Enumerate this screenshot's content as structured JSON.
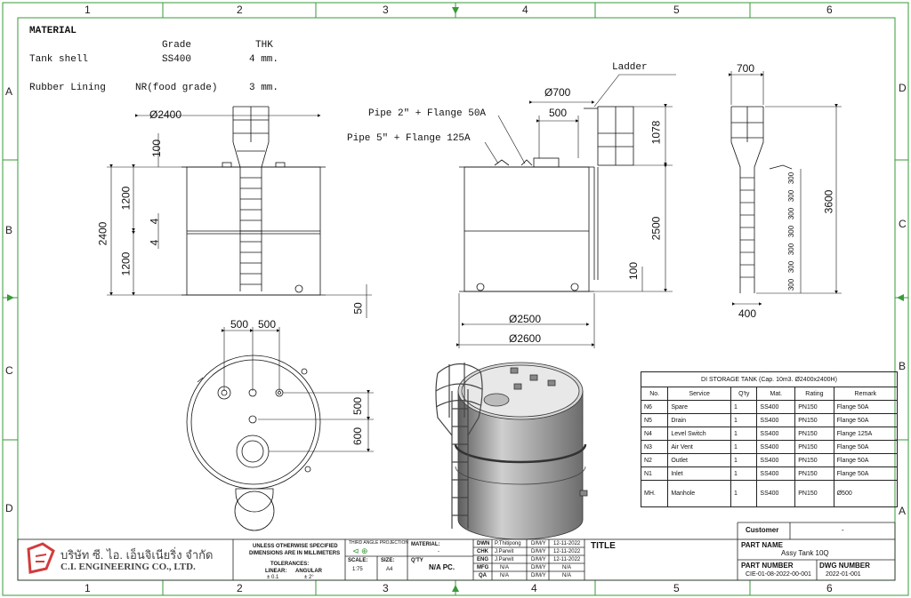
{
  "zones": {
    "cols": [
      "1",
      "2",
      "3",
      "4",
      "5",
      "6"
    ],
    "rows_left": [
      "A",
      "B",
      "C",
      "D"
    ],
    "rows_right": [
      "D",
      "C",
      "B",
      "A"
    ]
  },
  "material": {
    "heading": "MATERIAL",
    "col_grade": "Grade",
    "col_thk": "THK",
    "rows": [
      {
        "name": "Tank shell",
        "grade": "SS400",
        "thk": "4 mm."
      },
      {
        "name": "Rubber Lining",
        "grade": "NR(food grade)",
        "thk": "3 mm."
      }
    ]
  },
  "left_view": {
    "dia": "Ø2400",
    "h100": "100",
    "h1200a": "1200",
    "h4a": "4",
    "h2400": "2400",
    "h4b": "4",
    "h1200b": "1200",
    "h50": "50"
  },
  "front_view": {
    "note_ladder": "Ladder",
    "note_pipe2": "Pipe 2\" + Flange 50A",
    "note_pipe5": "Pipe 5\" + Flange 125A",
    "dia700": "Ø700",
    "w500": "500",
    "h1078": "1078",
    "h2500": "2500",
    "h100": "100",
    "dia2500": "Ø2500",
    "dia2600": "Ø2600"
  },
  "side_view": {
    "w700": "700",
    "h3600": "3600",
    "rung": "300",
    "w400": "400"
  },
  "top_view": {
    "w500a": "500",
    "w500b": "500",
    "h500": "500",
    "h600": "600"
  },
  "nozzle_table": {
    "title": "DI STORAGE TANK (Cap. 10m3. Ø2400x2400H)",
    "headers": [
      "No.",
      "Service",
      "Q'ty",
      "Mat.",
      "Rating",
      "Remark"
    ],
    "rows": [
      [
        "N6",
        "Spare",
        "1",
        "SS400",
        "PN150",
        "Flange 50A"
      ],
      [
        "N5",
        "Drain",
        "1",
        "SS400",
        "PN150",
        "Flange 50A"
      ],
      [
        "N4",
        "Level Switch",
        "1",
        "SS400",
        "PN150",
        "Flange 125A"
      ],
      [
        "N3",
        "Air Vent",
        "1",
        "SS400",
        "PN150",
        "Flange 50A"
      ],
      [
        "N2",
        "Outlet",
        "1",
        "SS400",
        "PN150",
        "Flange 50A"
      ],
      [
        "N1",
        "Inlet",
        "1",
        "SS400",
        "PN150",
        "Flange 50A"
      ],
      [
        "MH.",
        "Manhole",
        "1",
        "SS400",
        "PN150",
        "Ø500"
      ]
    ]
  },
  "title_block": {
    "company_thai": "บริษัท ซี. ไอ. เอ็นจิเนียริ่ง จำกัด",
    "company_en": "C.I. ENGINEERING CO., LTD.",
    "unless": "UNLESS OTHERWISE SPECIFIED",
    "dims_in_mm": "DIMENSIONS ARE IN MILLIMETERS",
    "tolerances": "TOLERANCES:",
    "linear": "LINEAR:",
    "angular": "ANGULAR",
    "linear_val": "± 0.1",
    "angular_val": "± 2°",
    "projection": "THIRD ANGLE PROJECTION",
    "material_label": "MATERIAL:",
    "material_val": "-",
    "scale_label": "SCALE:",
    "scale_val": "1:75",
    "size_label": "SIZE:",
    "size_val": "A4",
    "qty_label": "Q'TY",
    "qty_val": "N/A PC.",
    "sign_rows": [
      [
        "DWN",
        "P.Thitipong",
        "D/M/Y",
        "12-11-2022"
      ],
      [
        "CHK",
        "J.Parwit",
        "D/M/Y",
        "12-11-2022"
      ],
      [
        "ENG",
        "J.Parwit",
        "D/M/Y",
        "12-11-2022"
      ],
      [
        "MFG",
        "N/A",
        "D/M/Y",
        "N/A"
      ],
      [
        "QA",
        "N/A",
        "D/M/Y",
        "N/A"
      ]
    ],
    "title_label": "TITLE",
    "customer_label": "Customer",
    "customer_val": "-",
    "part_name_label": "PART NAME",
    "part_name_val": "Assy Tank 10Q",
    "part_number_label": "PART NUMBER",
    "part_number_val": "CIE-01-08-2022-00-001",
    "dwg_number_label": "DWG NUMBER",
    "dwg_number_val": "2022-01-001"
  }
}
